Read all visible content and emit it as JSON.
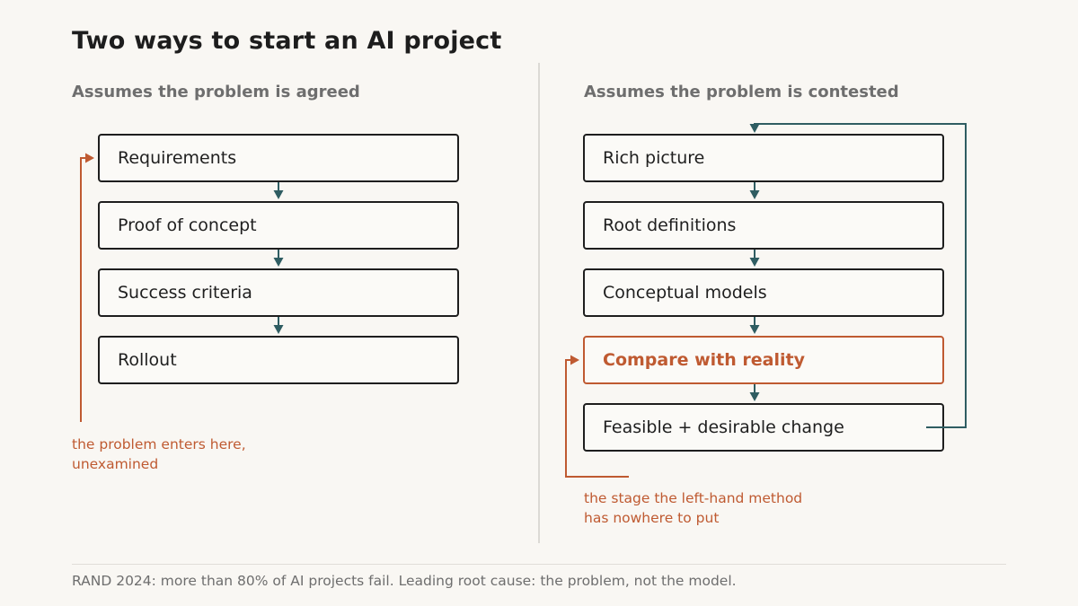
{
  "title": "Two ways to start an AI project",
  "left": {
    "heading": "Assumes the problem is agreed",
    "steps": [
      "Requirements",
      "Proof of concept",
      "Success criteria",
      "Rollout"
    ],
    "note_lines": [
      "the problem enters here,",
      "unexamined"
    ]
  },
  "right": {
    "heading": "Assumes the problem is contested",
    "steps": [
      "Rich picture",
      "Root definitions",
      "Conceptual models",
      "Compare with reality",
      "Feasible + desirable change"
    ],
    "highlighted_step": "Compare with reality",
    "note_lines": [
      "the stage the left-hand method",
      "has nowhere to put"
    ]
  },
  "footer": "RAND 2024: more than 80% of AI projects fail. Leading root cause: the problem, not the model.",
  "colors": {
    "accent": "#bf5a31",
    "arrow": "#2f5d62",
    "box_border": "#1e1e1e",
    "muted_text": "#6e6e6e",
    "background": "#f9f7f3"
  },
  "icons": {
    "flow_arrow": "arrow-down-icon",
    "loop_arrow": "loop-back-arrow-icon",
    "entry_arrow": "arrow-right-icon"
  }
}
